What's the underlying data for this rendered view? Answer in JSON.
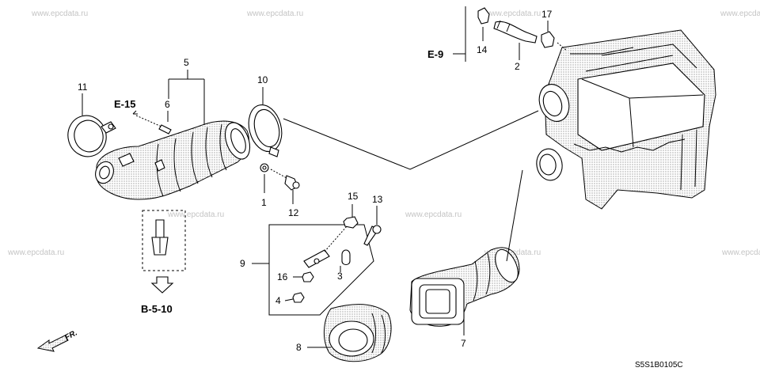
{
  "watermark": "www.epcdata.ru",
  "diagram_code": "S5S1B0105C",
  "front_marker": "FR.",
  "references": {
    "e15": "E-15",
    "e9": "E-9",
    "b510": "B-5-10"
  },
  "callouts": {
    "c1": "1",
    "c2": "2",
    "c3": "3",
    "c4": "4",
    "c5": "5",
    "c6": "6",
    "c7": "7",
    "c8": "8",
    "c9": "9",
    "c10": "10",
    "c11": "11",
    "c12": "12",
    "c13": "13",
    "c14": "14",
    "c15": "15",
    "c16": "16",
    "c17": "17"
  }
}
